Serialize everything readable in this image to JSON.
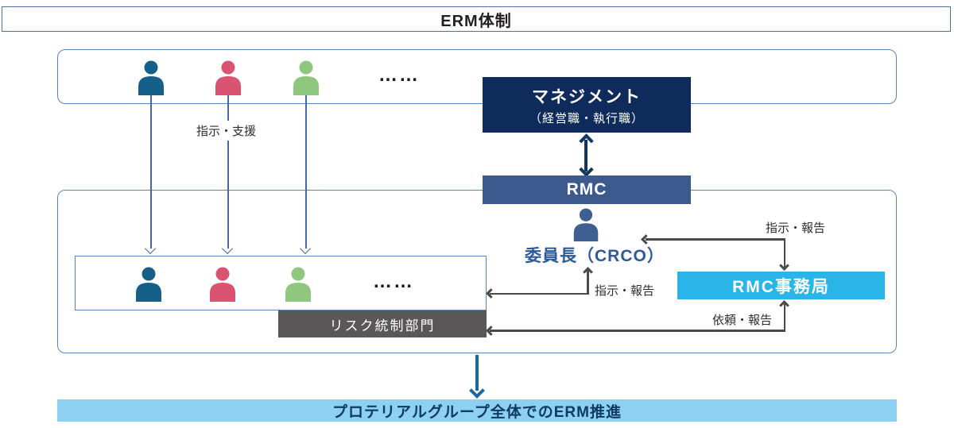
{
  "title": "ERM体制",
  "top_group": {
    "dots": "……",
    "arrow_label": "指示・支援"
  },
  "management": {
    "line1": "マネジメント",
    "line2": "（経営職・執行職）"
  },
  "rmc": {
    "label": "RMC"
  },
  "chairman": {
    "label": "委員長（CRCO）"
  },
  "rmc_office": {
    "label": "RMC事務局"
  },
  "risk_control": {
    "label": "リスク統制部門"
  },
  "lower_group": {
    "dots": "……"
  },
  "arrows": {
    "office_chairman_label": "指示・報告",
    "chairman_divisions_label": "指示・報告",
    "office_risk_control_label": "依頼・報告"
  },
  "footer": {
    "label": "プロテリアルグループ全体でのERM推進"
  },
  "colors": {
    "management_box": "#0f2b5b",
    "rmc_box": "#3d5a8f",
    "rmc_office_box": "#29b5e8",
    "risk_control_box": "#595757",
    "footer_bar": "#8dd0f1",
    "footer_text": "#0d3a66",
    "chairman_text": "#2d5a99",
    "person_blue": "#156089",
    "person_red": "#da5370",
    "person_green": "#8ec77d",
    "person_navy": "#3d5f91",
    "container_border": "#5b84b8",
    "thin_arrow": "#46699e",
    "gray_arrow": "#4a4a4a",
    "down_arrow": "#1a6b9d"
  }
}
